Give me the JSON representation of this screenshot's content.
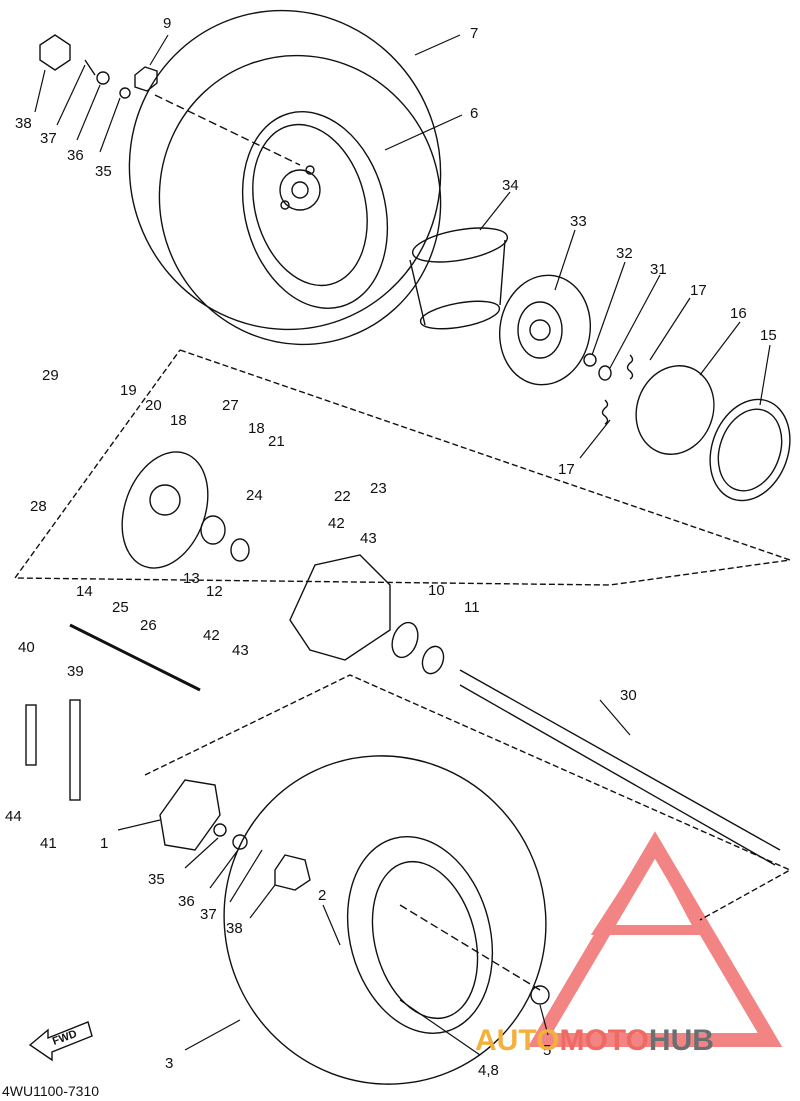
{
  "diagram": {
    "callouts": [
      "1",
      "2",
      "3",
      "4,8",
      "5",
      "6",
      "7",
      "9",
      "10",
      "11",
      "12",
      "13",
      "14",
      "15",
      "16",
      "17",
      "17",
      "18",
      "18",
      "19",
      "20",
      "21",
      "22",
      "23",
      "24",
      "25",
      "26",
      "27",
      "28",
      "29",
      "30",
      "31",
      "32",
      "33",
      "34",
      "35",
      "35",
      "36",
      "36",
      "37",
      "37",
      "38",
      "38",
      "39",
      "40",
      "41",
      "42",
      "42",
      "43",
      "43",
      "44"
    ],
    "part_code": "4WU1100-7310",
    "direction_label": "FWD"
  },
  "watermark": {
    "part1": "AUTO",
    "part2": "MOTO",
    "part3": "HUB",
    "colors": {
      "auto": "#f3b13b",
      "moto": "#ef6a63",
      "hub": "#6d6e71",
      "triangle": "#ef5b5b"
    }
  }
}
